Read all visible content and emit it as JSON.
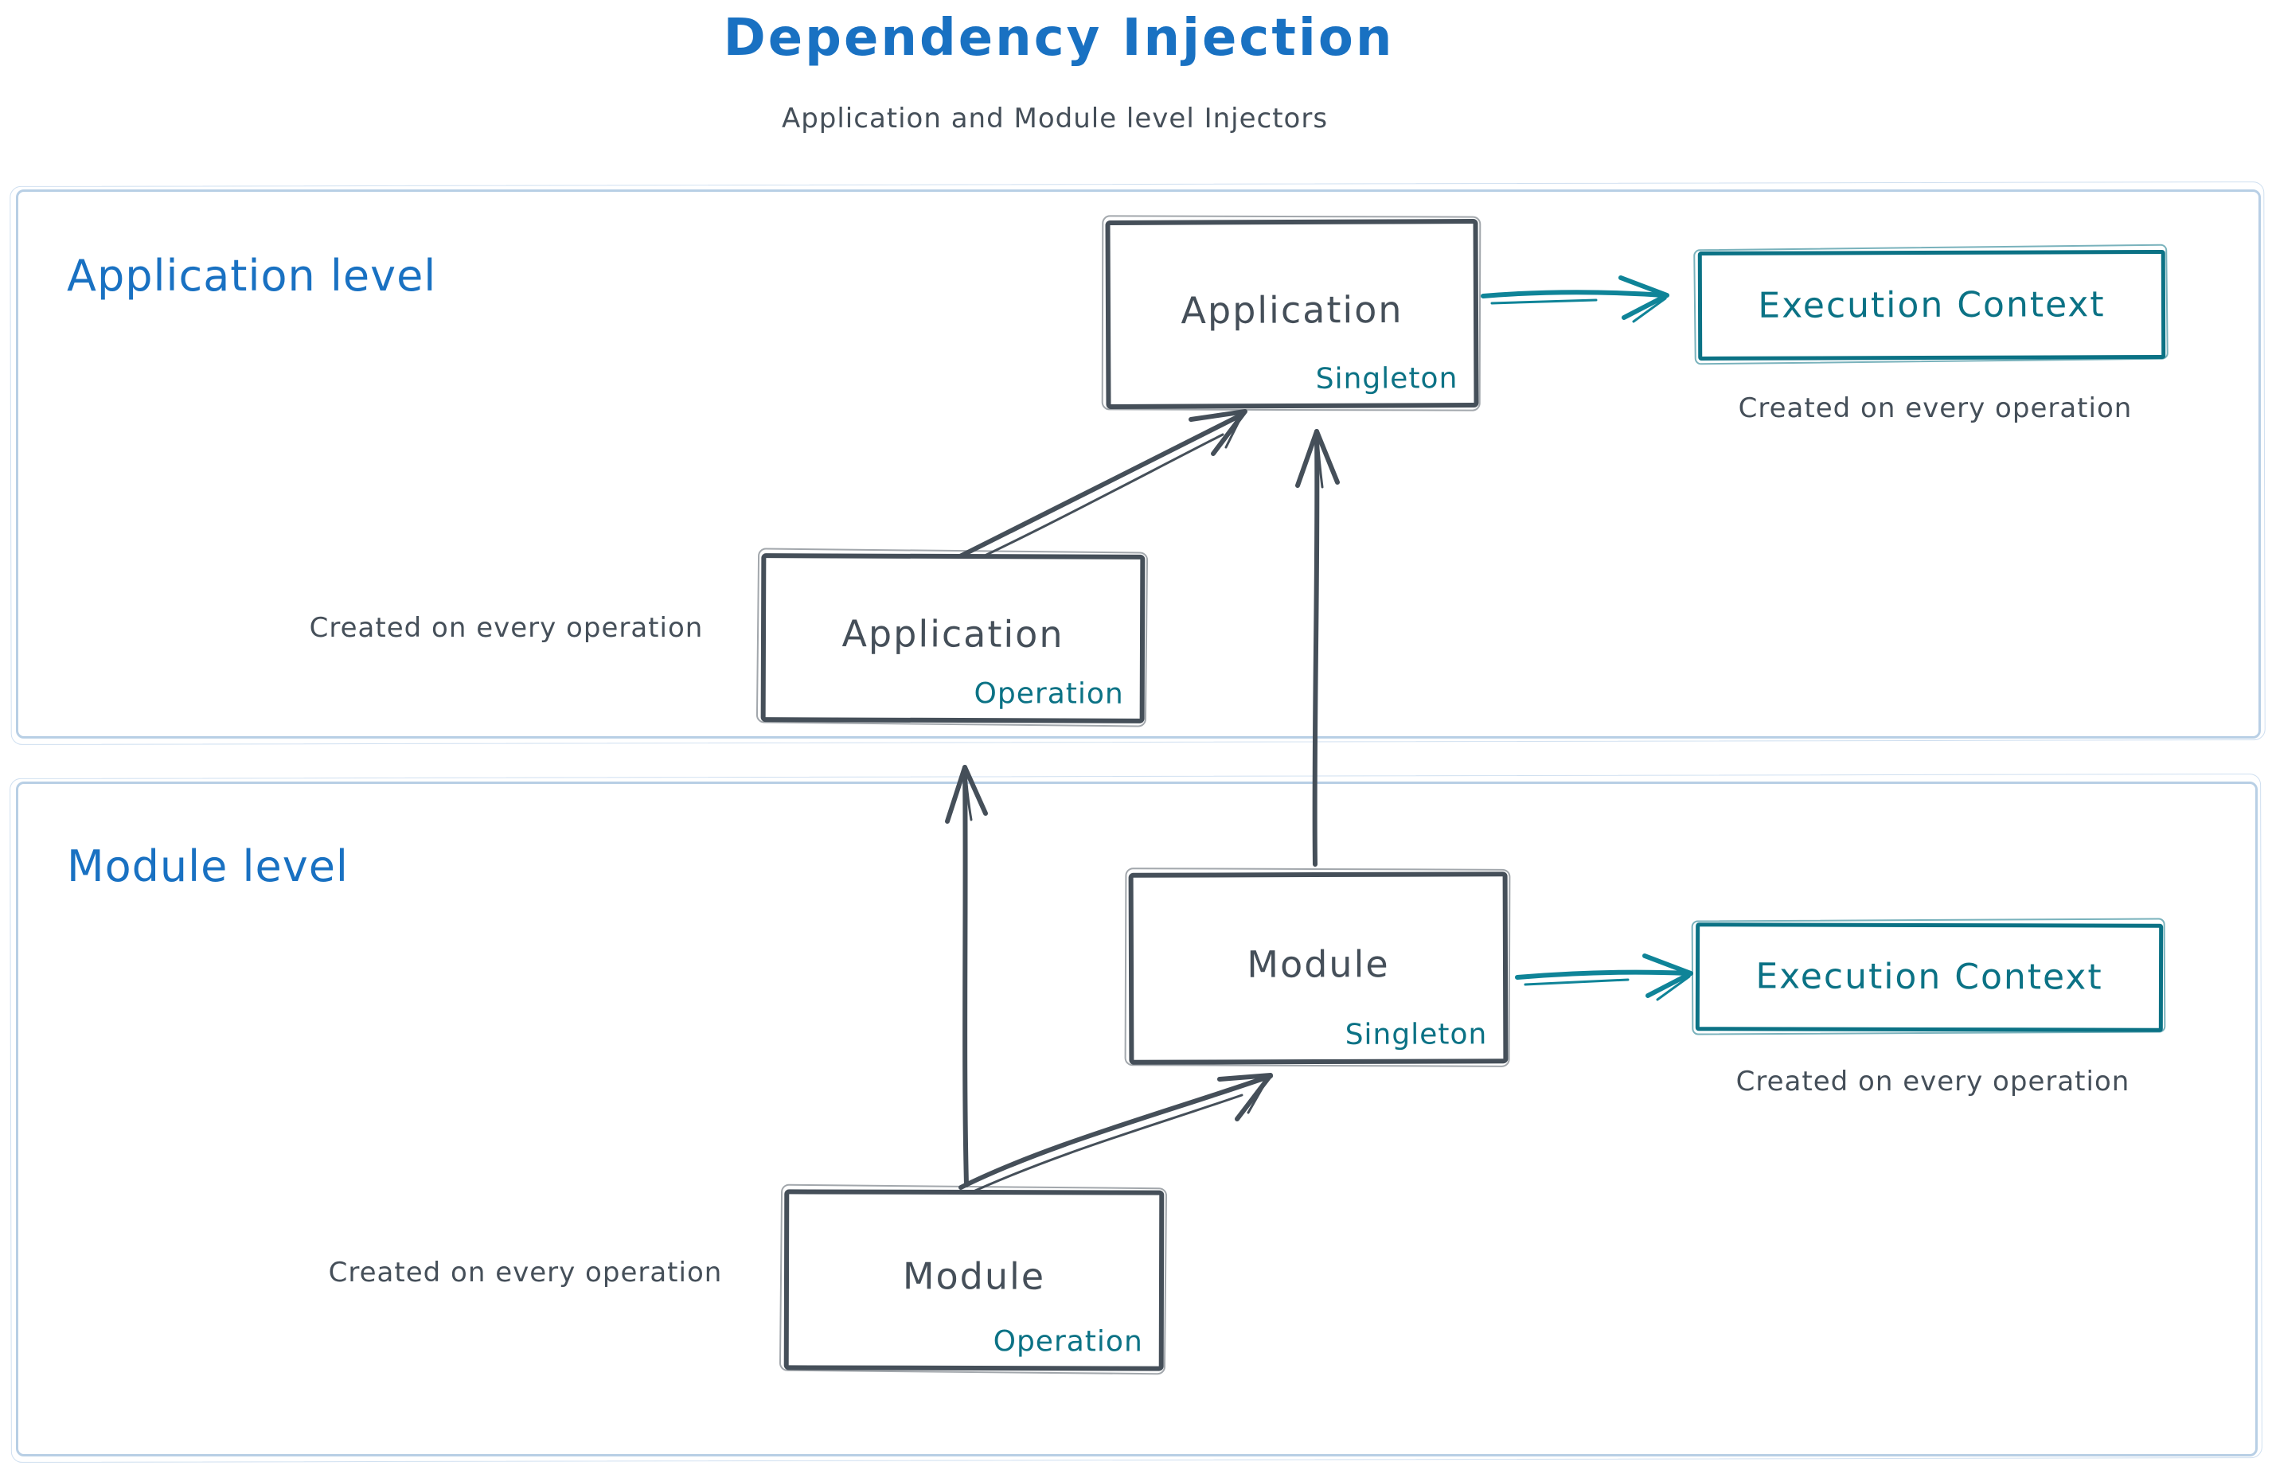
{
  "title": "Dependency Injection",
  "subtitle": "Application and Module level Injectors",
  "colors": {
    "title_blue": "#1971c2",
    "teal": "#0b7285",
    "dark_slate": "#454f59",
    "container_border": "#b8cfe5"
  },
  "application_section": {
    "label": "Application level",
    "singleton_box": {
      "title": "Application",
      "badge": "Singleton"
    },
    "operation_box": {
      "title": "Application",
      "badge": "Operation"
    },
    "operation_caption": "Created on every operation",
    "execution_context": {
      "label": "Execution Context",
      "caption": "Created on every operation"
    }
  },
  "module_section": {
    "label": "Module level",
    "singleton_box": {
      "title": "Module",
      "badge": "Singleton"
    },
    "operation_box": {
      "title": "Module",
      "badge": "Operation"
    },
    "operation_caption": "Created on every operation",
    "execution_context": {
      "label": "Execution Context",
      "caption": "Created on every operation"
    }
  }
}
